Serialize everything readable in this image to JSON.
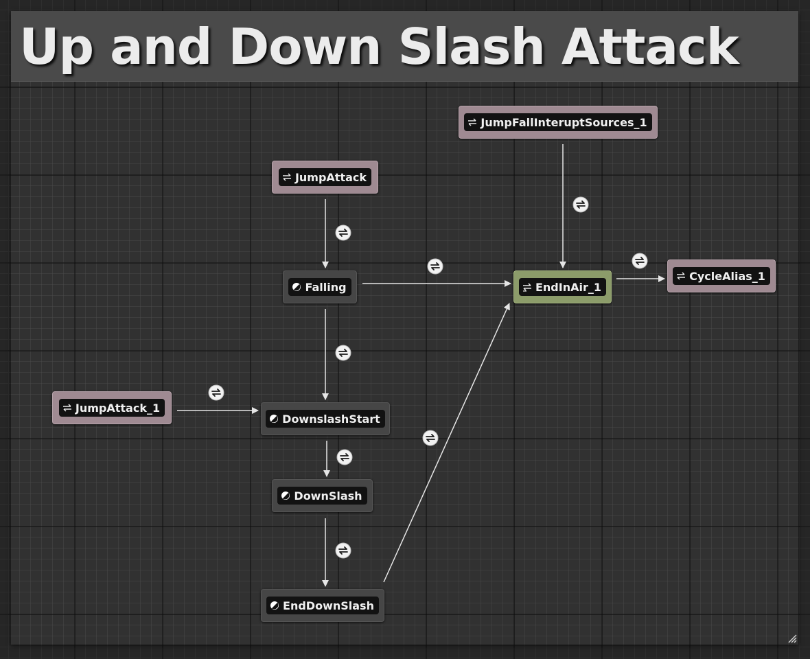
{
  "comment": {
    "title": "Up and Down Slash Attack"
  },
  "nodes": {
    "jump_fall_interupt_sources": {
      "label": "JumpFallInteruptSources_1",
      "kind": "state-alias",
      "icon": "alias-arrows-icon"
    },
    "jump_attack": {
      "label": "JumpAttack",
      "kind": "state-alias",
      "icon": "alias-arrows-icon"
    },
    "falling": {
      "label": "Falling",
      "kind": "state",
      "icon": "state-icon"
    },
    "end_in_air": {
      "label": "EndInAir_1",
      "kind": "conduit",
      "icon": "conduit-icon"
    },
    "cycle_alias": {
      "label": "CycleAlias_1",
      "kind": "state-alias",
      "icon": "alias-arrows-icon"
    },
    "jump_attack_1": {
      "label": "JumpAttack_1",
      "kind": "state-alias",
      "icon": "alias-arrows-icon"
    },
    "downslash_start": {
      "label": "DownslashStart",
      "kind": "state",
      "icon": "state-icon"
    },
    "down_slash": {
      "label": "DownSlash",
      "kind": "state",
      "icon": "state-icon"
    },
    "end_down_slash": {
      "label": "EndDownSlash",
      "kind": "state",
      "icon": "state-icon"
    }
  },
  "transitions": [
    {
      "from": "JumpFallInteruptSources_1",
      "to": "EndInAir_1",
      "icon": "transition-rule-icon"
    },
    {
      "from": "JumpAttack",
      "to": "Falling",
      "icon": "transition-rule-icon"
    },
    {
      "from": "Falling",
      "to": "EndInAir_1",
      "icon": "transition-rule-icon"
    },
    {
      "from": "EndInAir_1",
      "to": "CycleAlias_1",
      "icon": "transition-rule-icon"
    },
    {
      "from": "Falling",
      "to": "DownslashStart",
      "icon": "transition-rule-icon"
    },
    {
      "from": "JumpAttack_1",
      "to": "DownslashStart",
      "icon": "transition-rule-icon"
    },
    {
      "from": "DownslashStart",
      "to": "DownSlash",
      "icon": "transition-rule-icon"
    },
    {
      "from": "DownSlash",
      "to": "EndDownSlash",
      "icon": "transition-rule-icon"
    },
    {
      "from": "EndDownSlash",
      "to": "EndInAir_1",
      "icon": "transition-rule-icon"
    }
  ],
  "colors": {
    "canvas": "#262626",
    "state_node": "#464646",
    "alias_node": "#9f8a92",
    "conduit_node": "#8c9c6a",
    "wire": "#e6e6e6",
    "title_text": "#ececec"
  }
}
